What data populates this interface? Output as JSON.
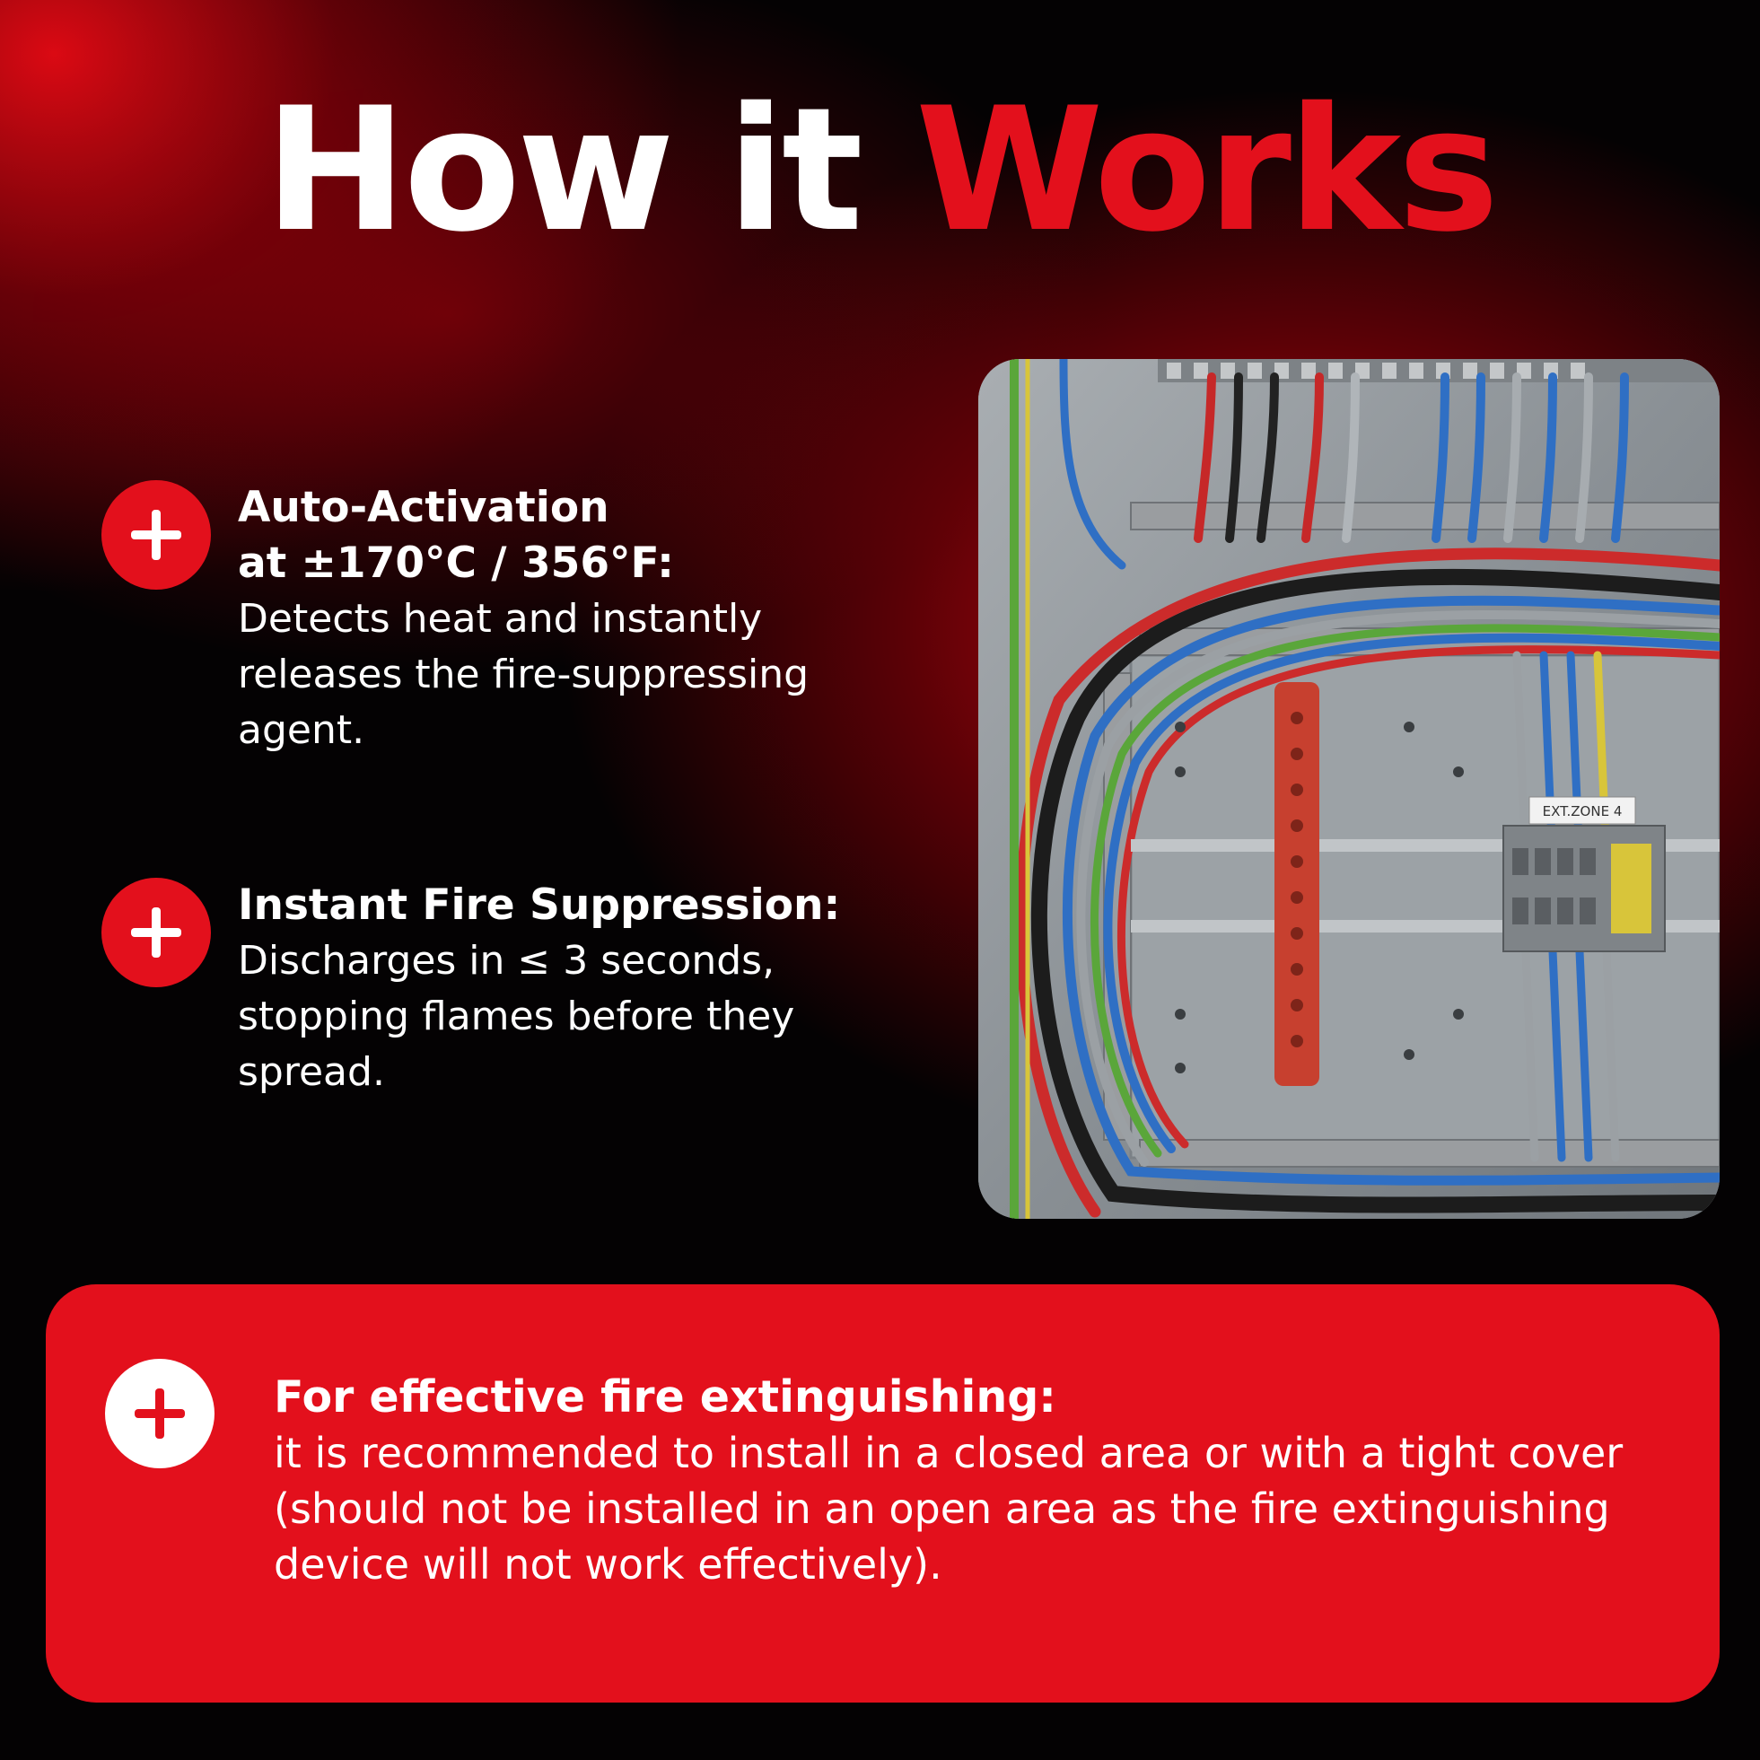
{
  "title": {
    "part1": "How it",
    "part2": "Works"
  },
  "features": [
    {
      "head_line1": "Auto-Activation",
      "head_line2": "at ±170°C / 356°F:",
      "body": "Detects heat and instantly releases the fire-suppressing agent."
    },
    {
      "head_line1": "Instant Fire Suppression:",
      "body": "Discharges in ≤ 3 seconds, stopping flames before they spread."
    }
  ],
  "photo": {
    "label": "EXT.ZONE 4"
  },
  "note": {
    "head": "For effective fire extinguishing:",
    "body": "it is recommended to install in a closed area or with a tight cover (should not be installed in an open area as the fire extinguishing device will not work effectively)."
  },
  "colors": {
    "accent": "#e3101c",
    "text": "#ffffff",
    "background": "#050203"
  }
}
